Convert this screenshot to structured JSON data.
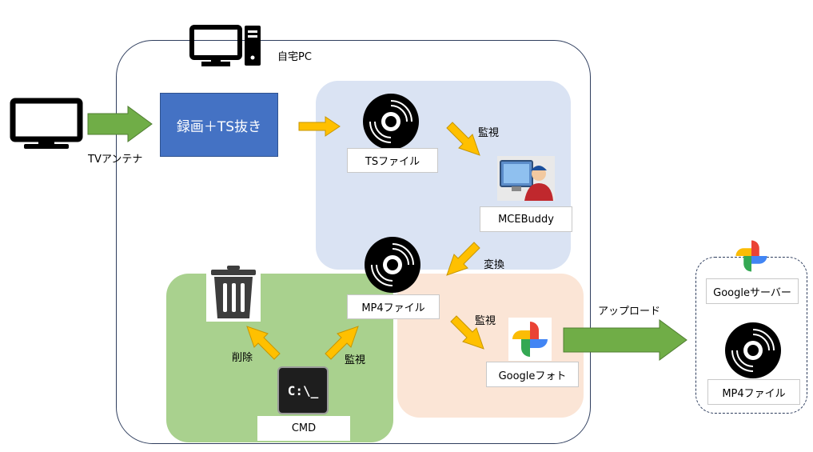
{
  "pc_label": "自宅PC",
  "tv_antenna_label": "TVアンテナ",
  "record_box_label": "録画＋TS抜き",
  "ts_file_label": "TSファイル",
  "monitor1_label": "監視",
  "mcebuddy_label": "MCEBuddy",
  "convert_label": "変換",
  "mp4_file_label": "MP4ファイル",
  "monitor2_label": "監視",
  "google_photos_label": "Googleフォト",
  "upload_label": "アップロード",
  "google_server_label": "Googleサーバー",
  "cloud_mp4_label": "MP4ファイル",
  "delete_label": "削除",
  "monitor3_label": "監視",
  "cmd_label": "CMD",
  "cmd_icon_text": "C:\\_",
  "colors": {
    "blue_region": "#dae3f3",
    "green_region": "#a9d18e",
    "peach_region": "#fbe5d6",
    "process_box": "#4472c4",
    "green_arrow": "#70ad47",
    "yellow_arrow": "#ffc000",
    "outline": "#2f3e5e"
  }
}
